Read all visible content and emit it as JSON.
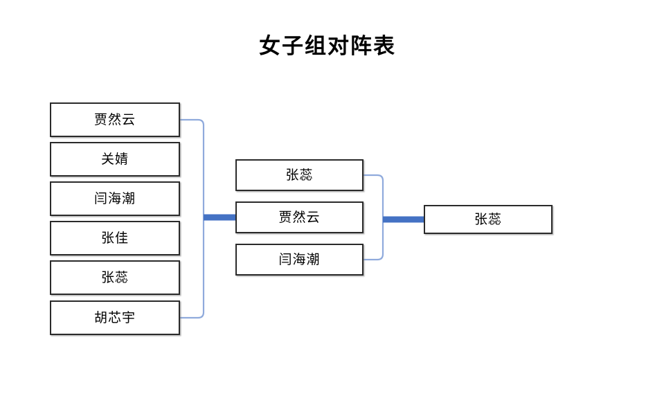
{
  "title": "女子组对阵表",
  "colors": {
    "background": "#ffffff",
    "box_border": "#2a2a2a",
    "box_fill": "#ffffff",
    "text": "#000000",
    "bracket_line": "#8FAADC",
    "connector_bar": "#4472C4"
  },
  "bracket": {
    "rounds": [
      {
        "name": "round-1",
        "entrants": [
          {
            "name": "贾然云"
          },
          {
            "name": "关婧"
          },
          {
            "name": "闫海潮"
          },
          {
            "name": "张佳"
          },
          {
            "name": "张蕊"
          },
          {
            "name": "胡芯宇"
          }
        ]
      },
      {
        "name": "round-2",
        "entrants": [
          {
            "name": "张蕊"
          },
          {
            "name": "贾然云"
          },
          {
            "name": "闫海潮"
          }
        ]
      },
      {
        "name": "round-3",
        "entrants": [
          {
            "name": "张蕊"
          }
        ]
      }
    ]
  }
}
